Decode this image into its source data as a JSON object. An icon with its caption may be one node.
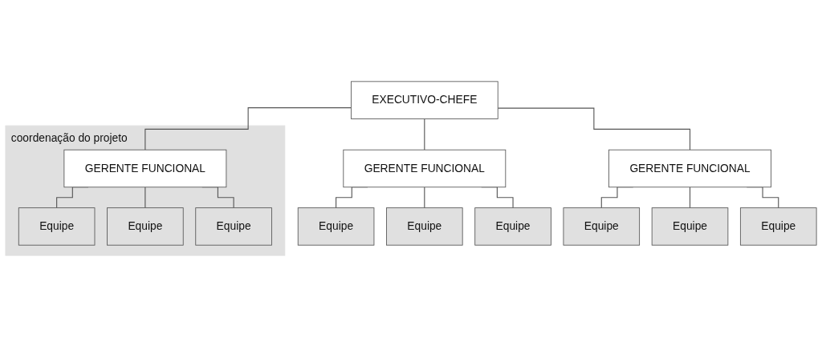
{
  "diagram": {
    "nodes": [
      {
        "text": [
          "coordenação do projeto"
        ]
      },
      {
        "text": [
          "EXECUTIVO-CHEFE"
        ]
      },
      {
        "text": [
          "GERENTE FUNCIONAL"
        ],
        "in": 0
      },
      {
        "text": [
          "Equipe"
        ],
        "in": 0
      },
      {
        "text": [
          "Equipe"
        ],
        "in": 0
      },
      {
        "text": [
          "Equipe"
        ],
        "in": 0
      },
      {
        "text": [
          "GERENTE FUNCIONAL"
        ]
      },
      {
        "text": [
          "Equipe"
        ]
      },
      {
        "text": [
          "Equipe"
        ]
      },
      {
        "text": [
          "Equipe"
        ]
      },
      {
        "text": [
          "GERENTE FUNCIONAL"
        ]
      },
      {
        "text": [
          "Equipe"
        ]
      },
      {
        "text": [
          "Equipe"
        ]
      },
      {
        "text": [
          "Equipe"
        ]
      }
    ],
    "edges": [
      {
        "from": 1,
        "to": 2,
        "arrow": "none"
      },
      {
        "from": 1,
        "to": 6,
        "arrow": "none"
      },
      {
        "from": 1,
        "to": 10,
        "arrow": "none"
      },
      {
        "from": 2,
        "to": 3,
        "arrow": "none"
      },
      {
        "from": 2,
        "to": 4,
        "arrow": "none"
      },
      {
        "from": 2,
        "to": 5,
        "arrow": "none"
      },
      {
        "from": 6,
        "to": 7,
        "arrow": "none"
      },
      {
        "from": 6,
        "to": 8,
        "arrow": "none"
      },
      {
        "from": 6,
        "to": 9,
        "arrow": "none"
      },
      {
        "from": 10,
        "to": 11,
        "arrow": "none"
      },
      {
        "from": 10,
        "to": 12,
        "arrow": "none"
      },
      {
        "from": 10,
        "to": 13,
        "arrow": "none"
      }
    ]
  }
}
